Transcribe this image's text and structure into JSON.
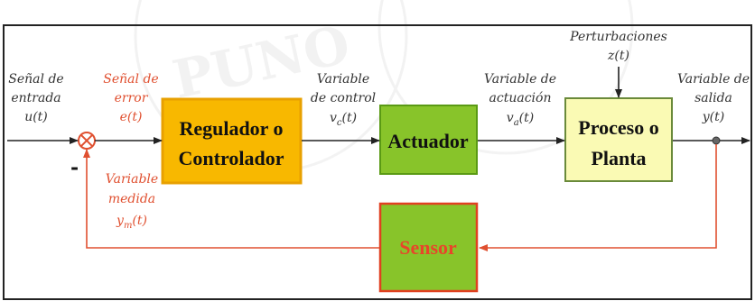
{
  "blocks": {
    "controller": {
      "line1": "Regulador o",
      "line2": "Controlador",
      "fill": "#f8b800"
    },
    "actuator": {
      "label": "Actuador",
      "fill": "#88c42a"
    },
    "plant": {
      "line1": "Proceso o",
      "line2": "Planta",
      "fill": "#fafab4"
    },
    "sensor": {
      "label": "Sensor",
      "fill": "#88c42a"
    }
  },
  "signals": {
    "input": {
      "line1": "Señal de",
      "line2": "entrada",
      "line3": "u(t)"
    },
    "error": {
      "line1": "Señal de",
      "line2": "error",
      "line3": "e(t)"
    },
    "control": {
      "line1": "Variable",
      "line2": "de control",
      "sym": "v",
      "sub": "c",
      "arg": "(t)"
    },
    "actuation": {
      "line1": "Variable de",
      "line2": "actuación",
      "sym": "v",
      "sub": "a",
      "arg": "(t)"
    },
    "disturbance": {
      "line1": "Perturbaciones",
      "line2": "z(t)"
    },
    "output": {
      "line1": "Variable de",
      "line2": "salida",
      "line3": "y(t)"
    },
    "measured": {
      "line1": "Variable",
      "line2": "medida",
      "sym": "y",
      "sub": "m",
      "arg": "(t)"
    }
  },
  "summing_junction": {
    "minus_sign": "-"
  },
  "watermark": "PUNO",
  "colors": {
    "feedback_line": "#e05030",
    "main_line": "#222222",
    "block_border_orange": "#e8a000",
    "block_border_red": "#e04020"
  }
}
